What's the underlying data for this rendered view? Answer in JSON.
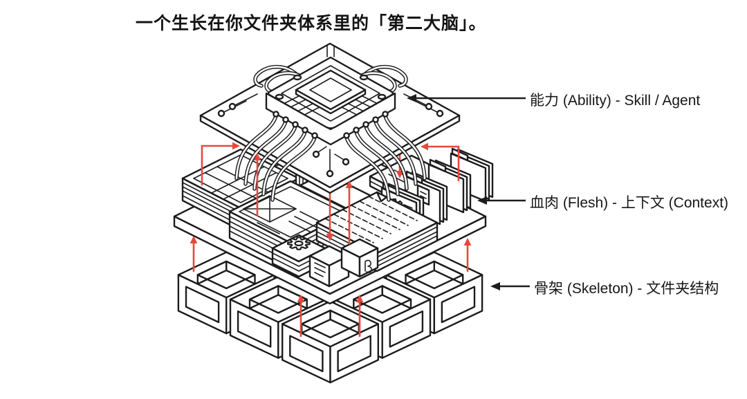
{
  "title": "一个生长在你文件夹体系里的「第二大脑」。",
  "colors": {
    "background": "#ffffff",
    "line": "#1c1c1c",
    "accent_red": "#e8473c",
    "text": "#161616"
  },
  "layers": [
    {
      "id": "ability",
      "label": "能力 (Ability) - Skill / Agent"
    },
    {
      "id": "flesh",
      "label": "血肉 (Flesh) - 上下文 (Context)"
    },
    {
      "id": "skeleton",
      "label": "骨架 (Skeleton) - 文件夹结构"
    }
  ]
}
